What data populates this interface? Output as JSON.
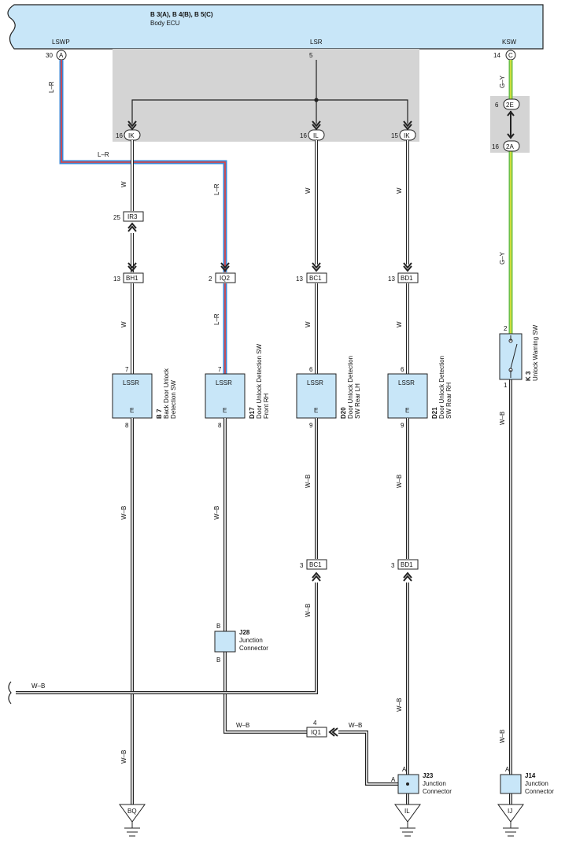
{
  "ecu": {
    "title": "B 3(A), B 4(B), B 5(C)",
    "name": "Body ECU",
    "pins": [
      {
        "label": "LSWP",
        "pin": "30",
        "conn": "A"
      },
      {
        "label": "LSR",
        "pin": "5",
        "conn": ""
      },
      {
        "label": "KSW",
        "pin": "14",
        "conn": "C"
      }
    ]
  },
  "junction_ik": {
    "pin": "16",
    "conn": "IK"
  },
  "junction_il": {
    "pin": "16",
    "conn": "IL"
  },
  "junction_ik2": {
    "pin": "15",
    "conn": "IK"
  },
  "junction_2e": {
    "pin": "6",
    "conn": "2E"
  },
  "junction_2a": {
    "pin": "16",
    "conn": "2A"
  },
  "connectors": {
    "ir3": {
      "pin": "25",
      "name": "IR3"
    },
    "bh1": {
      "pin": "13",
      "name": "BH1"
    },
    "iq2": {
      "pin": "2",
      "name": "IQ2"
    },
    "bc1_top": {
      "pin": "13",
      "name": "BC1"
    },
    "bd1_top": {
      "pin": "13",
      "name": "BD1"
    },
    "bc1_bot": {
      "pin": "3",
      "name": "BC1"
    },
    "bd1_bot": {
      "pin": "3",
      "name": "BD1"
    },
    "iq1": {
      "pin": "4",
      "name": "IQ1"
    }
  },
  "wire_colors": {
    "lr": "L–R",
    "w": "W",
    "wb": "W–B",
    "gy": "G–Y"
  },
  "switches": [
    {
      "code": "B 7",
      "desc1": "Back Door Unlock",
      "desc2": "Detection SW",
      "pin_top": "7",
      "pin_bot": "8",
      "top": "LSSR",
      "bot": "E"
    },
    {
      "code": "D17",
      "desc1": "Door Unlock Detection SW",
      "desc2": "Front RH",
      "pin_top": "7",
      "pin_bot": "8",
      "top": "LSSR",
      "bot": "E"
    },
    {
      "code": "D20",
      "desc1": "Door Unlock Detection",
      "desc2": "SW Rear LH",
      "pin_top": "6",
      "pin_bot": "9",
      "top": "LSSR",
      "bot": "E"
    },
    {
      "code": "D21",
      "desc1": "Door Unlock Detection",
      "desc2": "SW Rear RH",
      "pin_top": "6",
      "pin_bot": "9",
      "top": "LSSR",
      "bot": "E"
    }
  ],
  "k3": {
    "code": "K 3",
    "desc": "Unlock Warning SW",
    "pin_top": "2",
    "pin_bot": "1"
  },
  "j28": {
    "code": "J28",
    "desc1": "Junction",
    "desc2": "Connector",
    "pin": "B"
  },
  "j23": {
    "code": "J23",
    "desc1": "Junction",
    "desc2": "Connector",
    "pin": "A"
  },
  "j14": {
    "code": "J14",
    "desc1": "Junction",
    "desc2": "Connector",
    "pin": "A"
  },
  "grounds": [
    "BQ",
    "IL",
    "IJ"
  ],
  "colors": {
    "ecu_fill": "#c8e6f8",
    "junction_fill": "#d0d0d0",
    "lr_red": "#e8403a",
    "lr_blue": "#3a88d8",
    "gy_green": "#6cc04a",
    "gy_yellow": "#e8e23a",
    "comp_fill": "#c8e6f8"
  }
}
